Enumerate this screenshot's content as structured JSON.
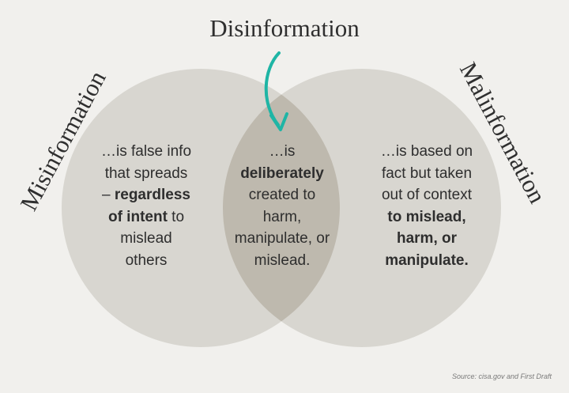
{
  "title": "Disinformation",
  "left_label": "Misinformation",
  "right_label": "Malinformation",
  "left_text": {
    "l1": "…is false info",
    "l2": "that spreads",
    "l3a": "– ",
    "l3b": "regardless",
    "l4a": "of intent",
    "l4b": " to",
    "l5": "mislead",
    "l6": "others"
  },
  "middle_text": {
    "l1": "…is",
    "l2": "deliberately",
    "l3": "created to",
    "l4": "harm,",
    "l5": "manipulate, or",
    "l6": "mislead."
  },
  "right_text": {
    "l1": "…is based on",
    "l2": "fact but taken",
    "l3": "out of context",
    "l4": "to mislead,",
    "l5": "harm, or",
    "l6": "manipulate."
  },
  "source": "Source: cisa.gov and First Draft",
  "colors": {
    "background": "#f1f0ed",
    "circle": "#d8d6d0",
    "overlap": "#beb9ae",
    "arrow": "#1fb5a5",
    "text": "#2e2e2e"
  }
}
